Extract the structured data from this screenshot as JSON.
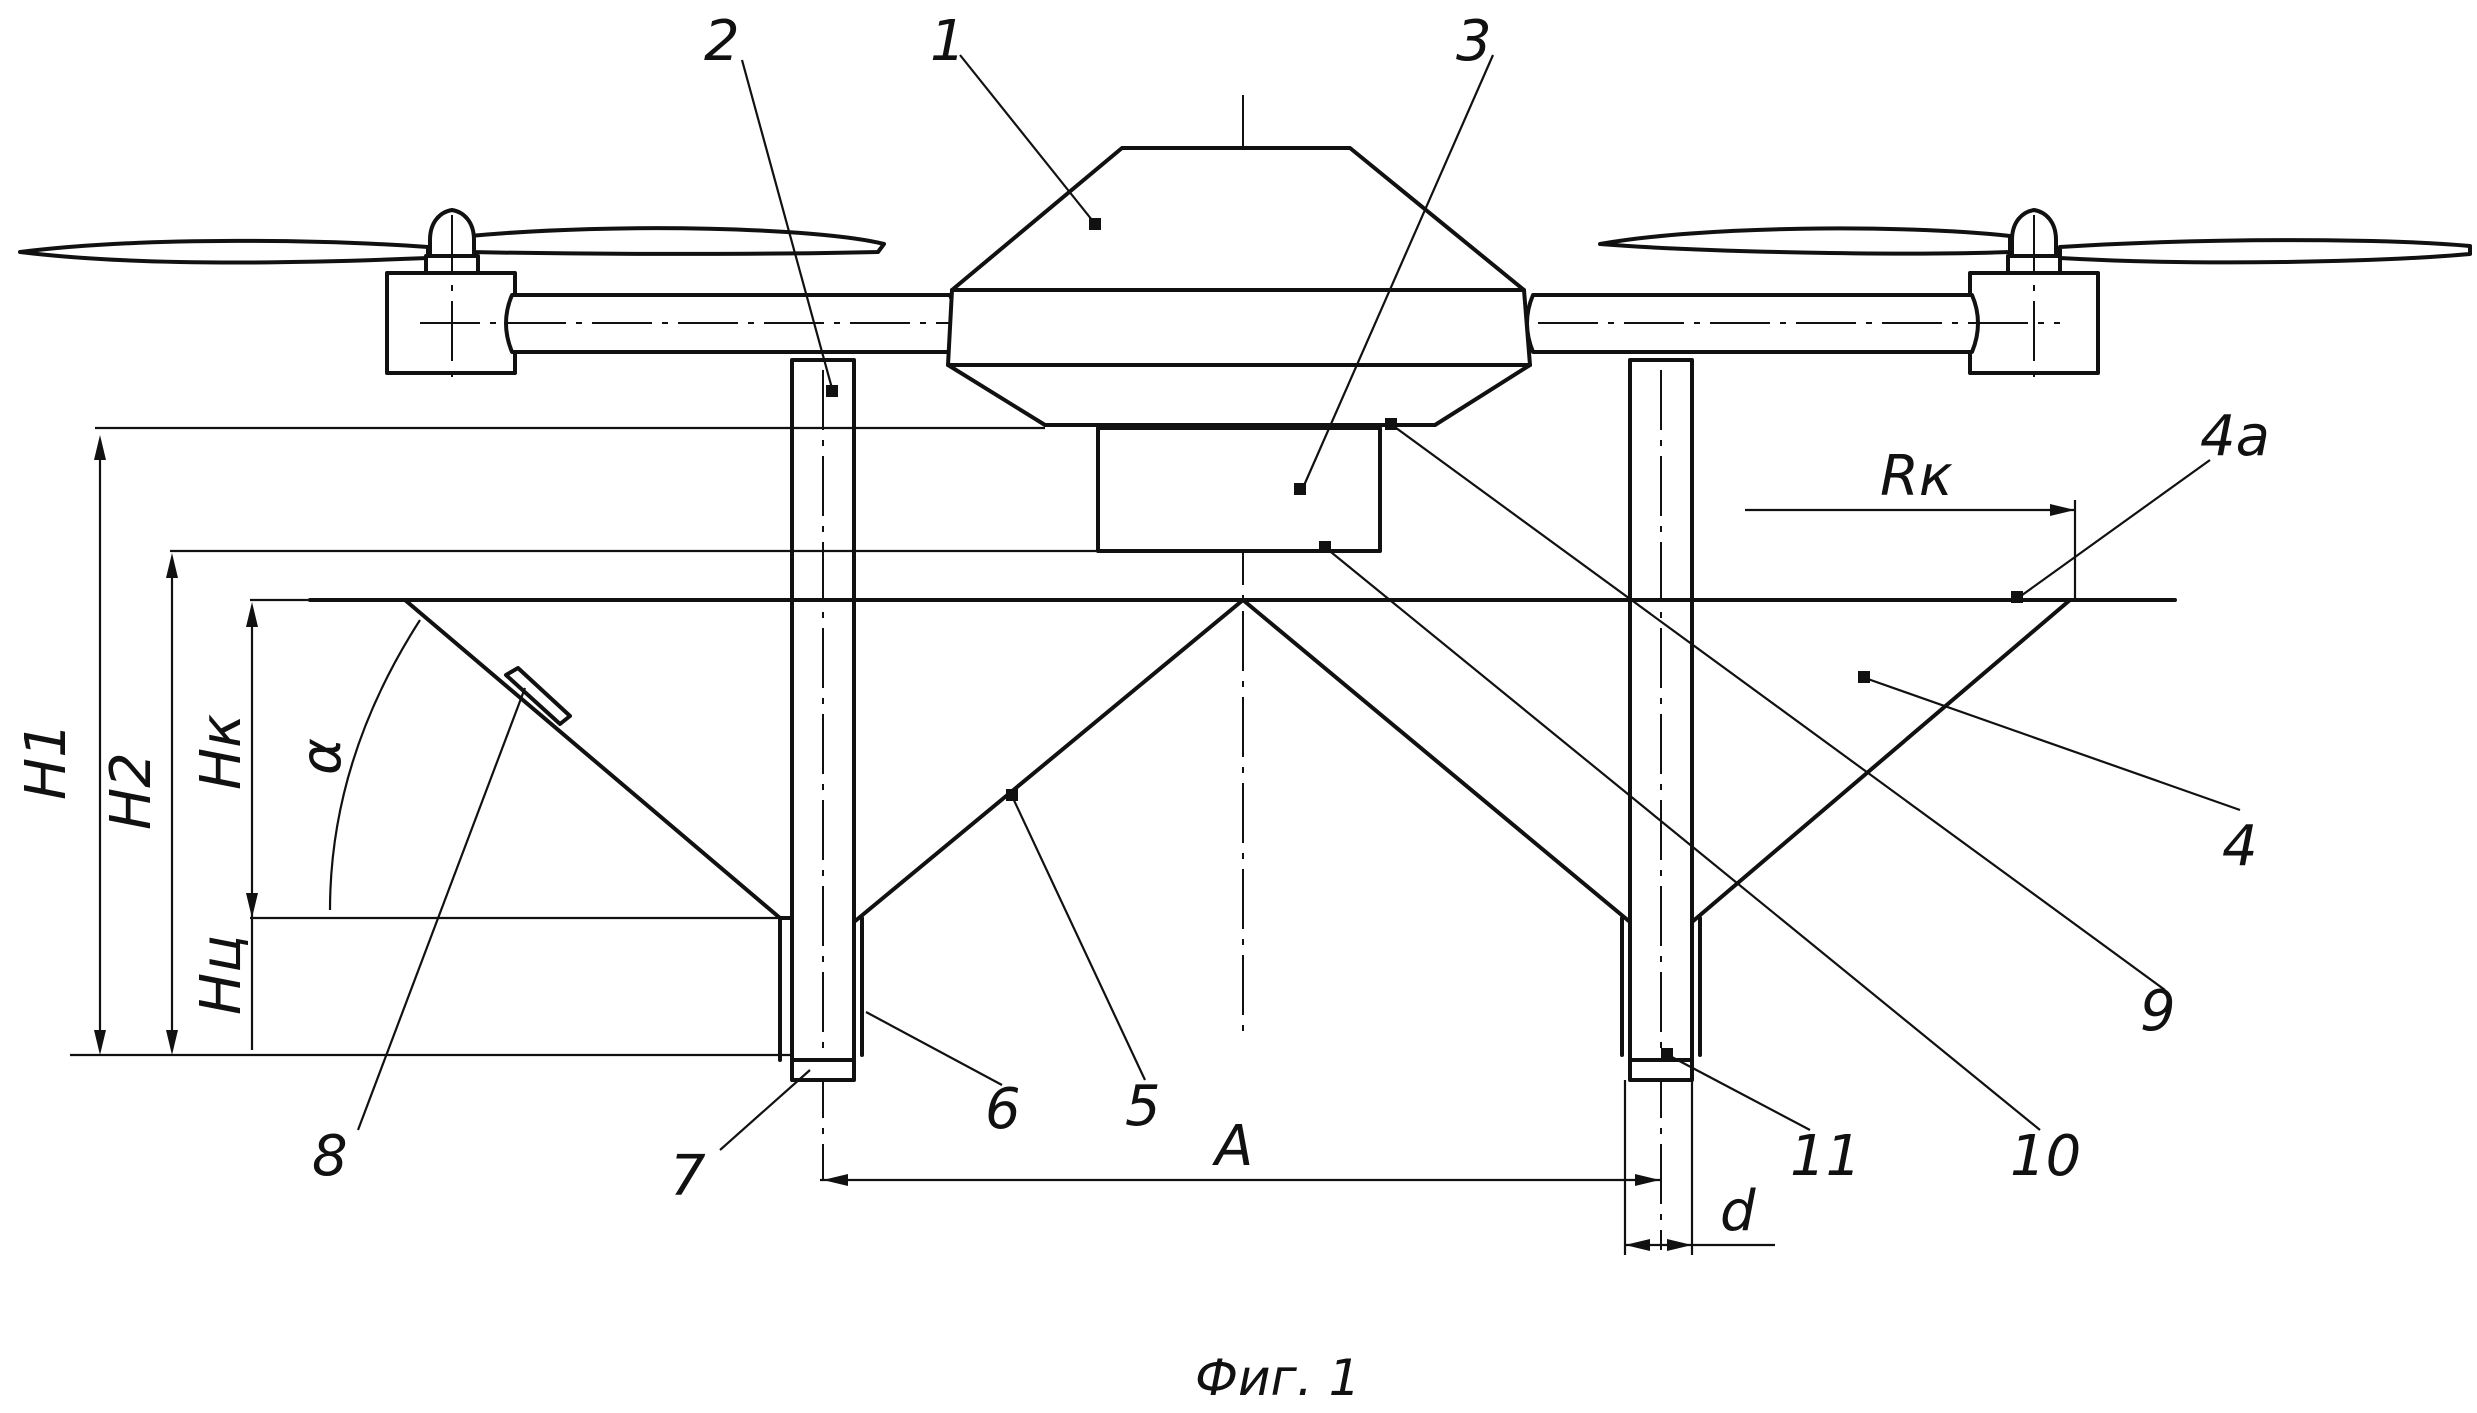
{
  "figure": {
    "caption": "Фиг. 1",
    "colors": {
      "ink": "#111111",
      "paper": "#ffffff"
    }
  },
  "part_labels": [
    "1",
    "2",
    "3",
    "4",
    "4а",
    "5",
    "6",
    "7",
    "8",
    "9",
    "10",
    "11"
  ],
  "dimension_labels": {
    "h1": "H1",
    "h2": "H2",
    "hk": "Hк",
    "hc": "Hц",
    "alpha": "α",
    "rk": "Rк",
    "a": "A",
    "d": "d"
  }
}
